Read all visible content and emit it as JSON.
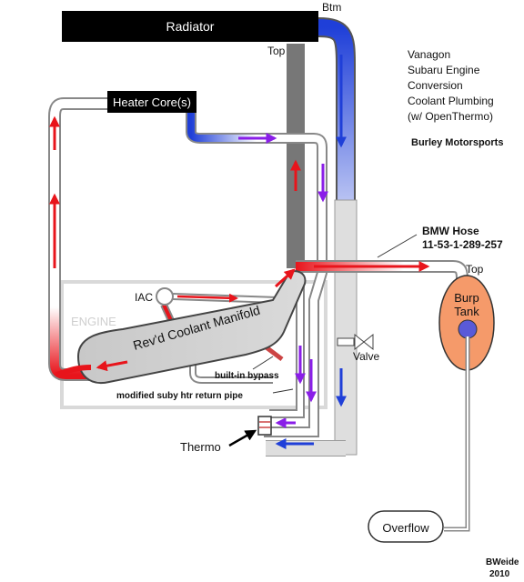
{
  "title_lines": [
    "Vanagon",
    "Subaru Engine",
    "Conversion",
    "Coolant Plumbing",
    "(w/ OpenThermo)"
  ],
  "company": "Burley Motorsports",
  "labels": {
    "radiator": "Radiator",
    "btm": "Btm",
    "top_radiator": "Top",
    "heater_core": "Heater Core(s)",
    "bmw_hose_line1": "BMW Hose",
    "bmw_hose_line2": "11-53-1-289-257",
    "top_burp": "Top",
    "burp_line1": "Burp",
    "burp_line2": "Tank",
    "iac": "IAC",
    "engine": "ENGINE",
    "manifold": "Rev'd Coolant Manifold",
    "valve": "Valve",
    "bypass": "built-in bypass",
    "return_pipe": "modified suby htr return pipe",
    "thermo": "Thermo",
    "overflow": "Overflow"
  },
  "credit": {
    "author": "BWeide",
    "year": "2010"
  },
  "colors": {
    "hot": "#e8141b",
    "cold": "#1f3fd8",
    "bypass_flow": "#8a1ee8",
    "burp_tank": "#f59a6a",
    "burp_ball": "#5a5ad8",
    "manifold": "#cfcfcf"
  }
}
